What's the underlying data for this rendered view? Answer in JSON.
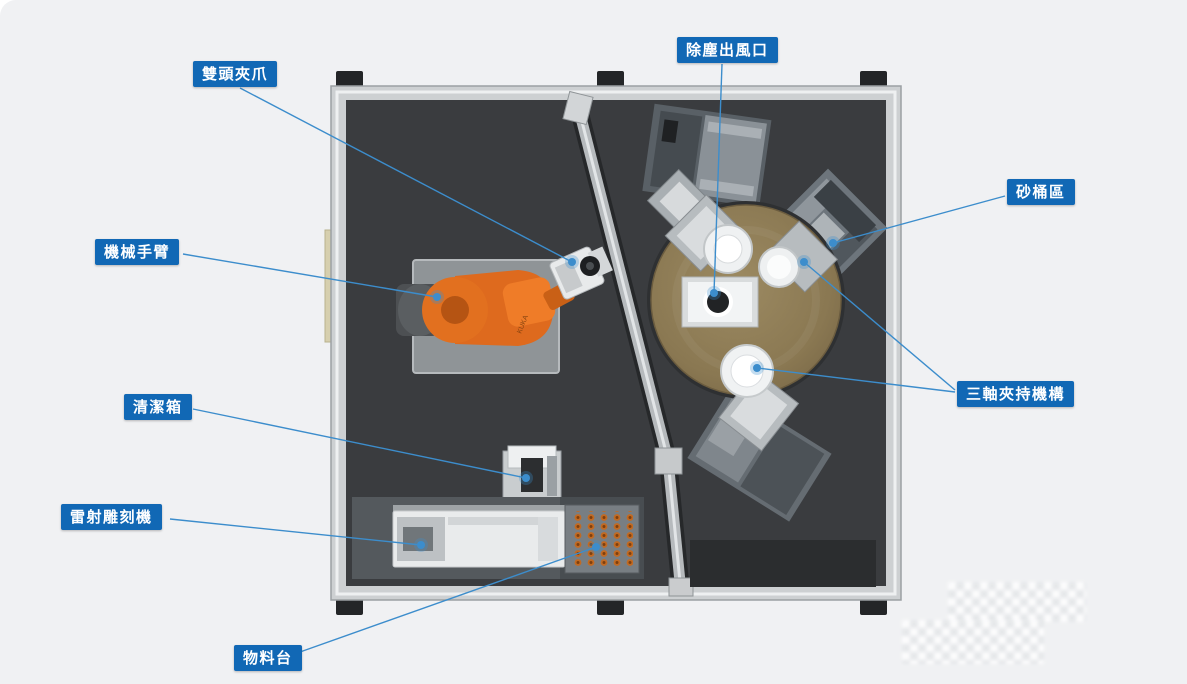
{
  "diagram": {
    "robot_brand": "KUKA",
    "colors": {
      "label_bg": "#1168b5",
      "label_text": "#ffffff",
      "leader_line": "#3c8dcc",
      "canvas_bg": "#f0f1f3"
    },
    "labels": [
      {
        "id": "double-head-gripper",
        "text": "雙頭夾爪"
      },
      {
        "id": "dust-outlet",
        "text": "除塵出風口"
      },
      {
        "id": "sand-bucket-area",
        "text": "砂桶區"
      },
      {
        "id": "robot-arm",
        "text": "機械手臂"
      },
      {
        "id": "cleaning-box",
        "text": "清潔箱"
      },
      {
        "id": "laser-engraver",
        "text": "雷射雕刻機"
      },
      {
        "id": "material-table",
        "text": "物料台"
      },
      {
        "id": "three-axis-clamp",
        "text": "三軸夾持機構"
      }
    ]
  }
}
